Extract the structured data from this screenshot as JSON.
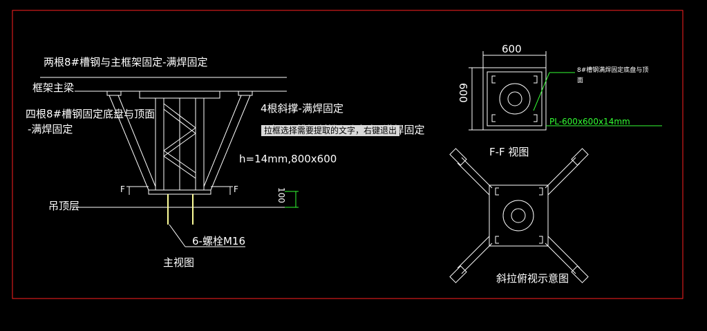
{
  "front_view": {
    "note_top": "两根8#槽钢与主框架固定-满焊固定",
    "main_beam": "框架主梁",
    "note_left_1": "四根8#槽钢固定底盘与顶面",
    "note_left_2": "-满焊固定",
    "brace_note": "4根斜撑-满焊固定",
    "brace_note_2": "四根6#槽钢斜撑与主框架-满焊固定",
    "plate_note": "h=14mm,800x600",
    "ceiling": "吊顶层",
    "section_f_left": "F",
    "section_f_right": "F",
    "dim_100": "100",
    "bolt_label": "6-螺栓M16",
    "caption": "主视图"
  },
  "section_view": {
    "dim_top": "600",
    "dim_left": "600",
    "note_right_1": "8#槽钢满焊固定底盘与顶",
    "note_right_2": "面",
    "plate_label": "PL-600x600x14mm",
    "caption": "F-F 视图"
  },
  "plan_view": {
    "caption": "斜拉俯视示意图"
  },
  "tooltip": {
    "text": "拉框选择需要提取的文字，右键退出"
  },
  "colors": {
    "background": "#000000",
    "line": "#ffffff",
    "border": "#ff2020",
    "accent_green": "#33ff33",
    "bolt_yellow": "#ffff99"
  }
}
